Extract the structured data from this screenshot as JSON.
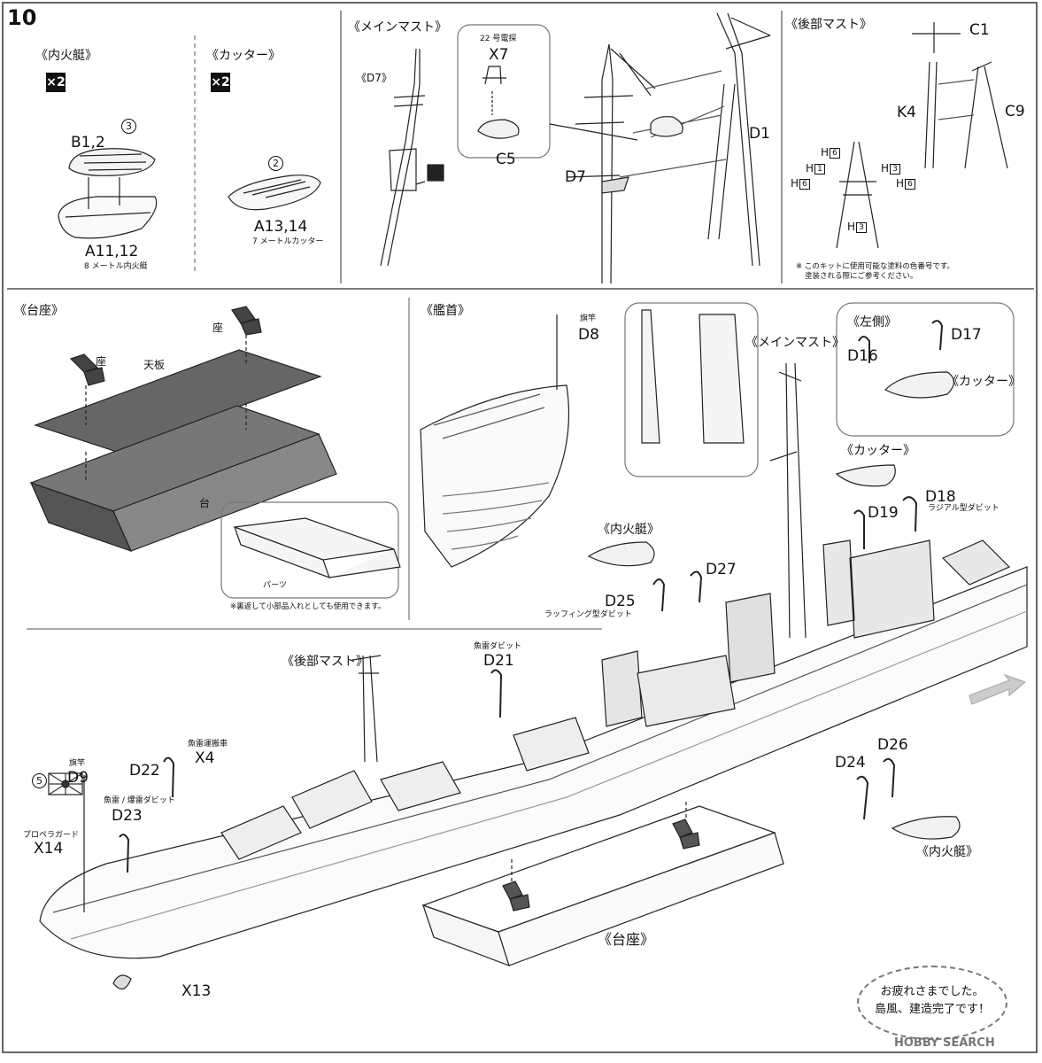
{
  "step_number": "10",
  "sections": {
    "naikatei": "《内火艇》",
    "cutter": "《カッター》",
    "main_mast": "《メインマスト》",
    "rear_mast": "《後部マスト》",
    "stand": "《台座》",
    "bow": "《艦首》",
    "main_mast_2": "《メインマスト》",
    "left_side": "《左側》",
    "cutter_2": "《カッター》",
    "cutter_3": "《カッター》",
    "naikatei_2": "《内火艇》",
    "rear_mast_2": "《後部マスト》",
    "naikatei_3": "《内火艇》",
    "stand_2": "《台座》"
  },
  "multiplier": "×2",
  "parts": {
    "B1_2": "B1,2",
    "A11_12": "A11,12",
    "naikatei_caption": "8 メートル内火艇",
    "A13_14": "A13,14",
    "cutter_caption": "7 メートルカッター",
    "D7_paren": "《D7》",
    "radar_caption": "22 号電探",
    "X7": "X7",
    "C5": "C5",
    "D7": "D7",
    "D1": "D1",
    "C1": "C1",
    "K4": "K4",
    "C9": "C9",
    "H": "H",
    "h6": "6",
    "h1": "1",
    "h3": "3",
    "za": "座",
    "tenban": "天板",
    "dai": "台",
    "parts_label": "パーツ",
    "flagpole": "旗竿",
    "D8": "D8",
    "D16": "D16",
    "D17": "D17",
    "D18": "D18",
    "D19": "D19",
    "radial_davit": "ラジアル型ダビット",
    "D27": "D27",
    "D25": "D25",
    "luffing_davit": "ラッフィング型ダビット",
    "torpedo_davit": "魚雷ダビット",
    "D21": "D21",
    "torpedo_cart": "魚雷運搬車",
    "X4": "X4",
    "D22": "D22",
    "D9": "D9",
    "depth_davit": "魚雷 / 爆雷ダビット",
    "D23": "D23",
    "prop_guard": "プロペラガード",
    "X14": "X14",
    "X13": "X13",
    "D24": "D24",
    "D26": "D26"
  },
  "circled": {
    "c3": "3",
    "c2": "2",
    "c5": "5"
  },
  "notes": {
    "paint_note_1": "※ このキットに使用可能な塗料の色番号です。",
    "paint_note_2": "塗装される際にご参考ください。",
    "tray_note": "※裏返して小部品入れとしても使用できます。"
  },
  "bubble": {
    "line1": "お疲れさまでした。",
    "line2": "島風、建造完了です！"
  },
  "watermark": "HOBBY SEARCH"
}
